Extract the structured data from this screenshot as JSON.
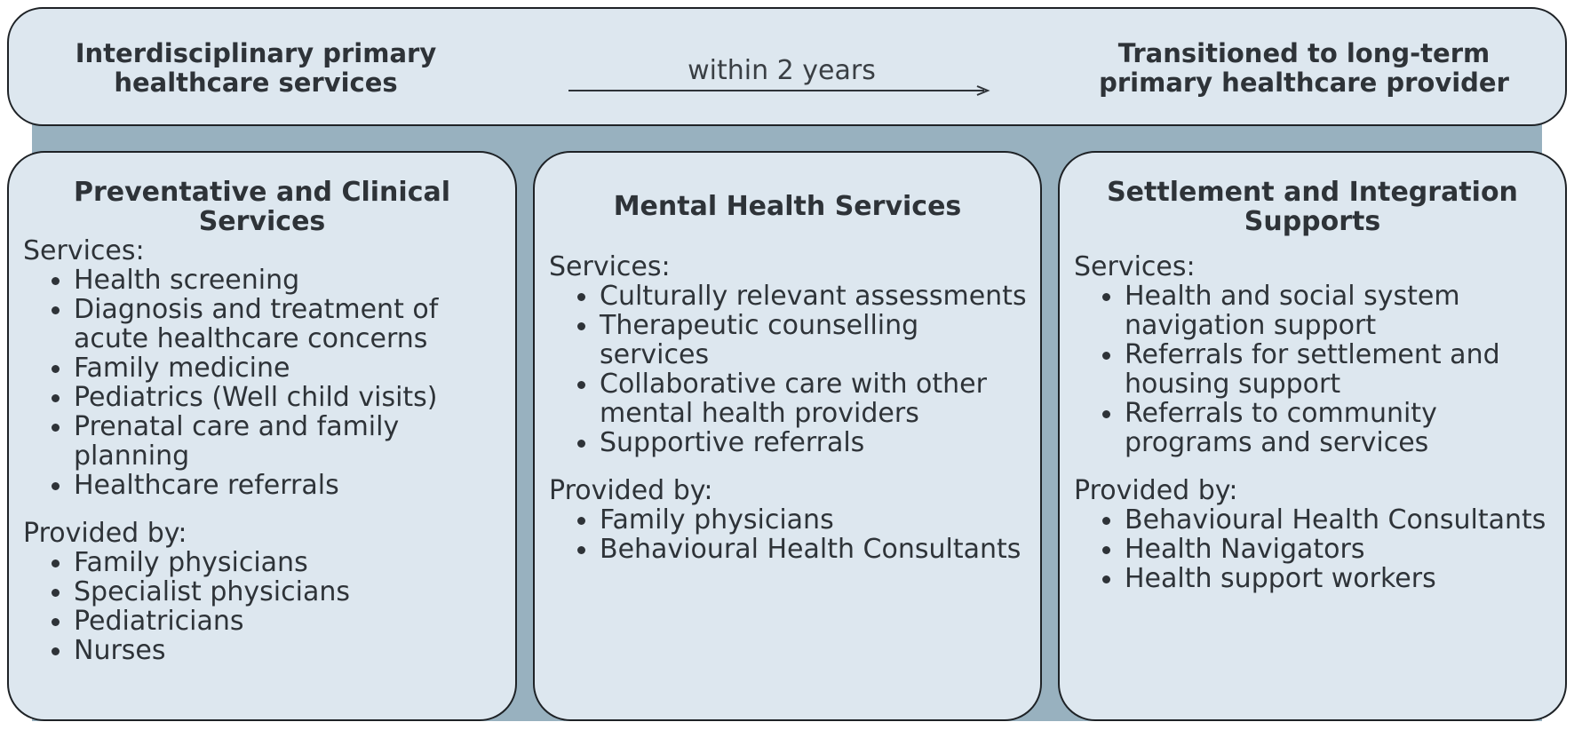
{
  "top_banner": {
    "left_heading": "Interdisciplinary primary healthcare services",
    "arrow_label": "within 2 years",
    "right_heading": "Transitioned to long-term primary healthcare provider"
  },
  "panels": [
    {
      "title": "Preventative and Clinical Services",
      "services_label": "Services:",
      "services": [
        "Health screening",
        "Diagnosis and treatment of acute healthcare concerns",
        "Family medicine",
        "Pediatrics (Well child visits)",
        "Prenatal care and family planning",
        "Healthcare referrals"
      ],
      "provided_label": "Provided by:",
      "providers": [
        "Family physicians",
        "Specialist physicians",
        "Pediatricians",
        "Nurses"
      ]
    },
    {
      "title": "Mental Health Services",
      "services_label": "Services:",
      "services": [
        "Culturally relevant assessments",
        "Therapeutic counselling services",
        "Collaborative care with other mental health providers",
        "Supportive referrals"
      ],
      "provided_label": "Provided by:",
      "providers": [
        "Family physicians",
        "Behavioural Health Consultants"
      ]
    },
    {
      "title": "Settlement and Integration Supports",
      "services_label": "Services:",
      "services": [
        "Health and social system navigation support",
        "Referrals for settlement and housing support",
        "Referrals to community programs and services"
      ],
      "provided_label": "Provided by:",
      "providers": [
        "Behavioural Health Consultants",
        "Health Navigators",
        "Health support workers"
      ]
    }
  ],
  "colors": {
    "box_fill": "#dde7ef",
    "backdrop": "#98b1bf",
    "outline": "#1e2226",
    "text": "#2e3338"
  }
}
